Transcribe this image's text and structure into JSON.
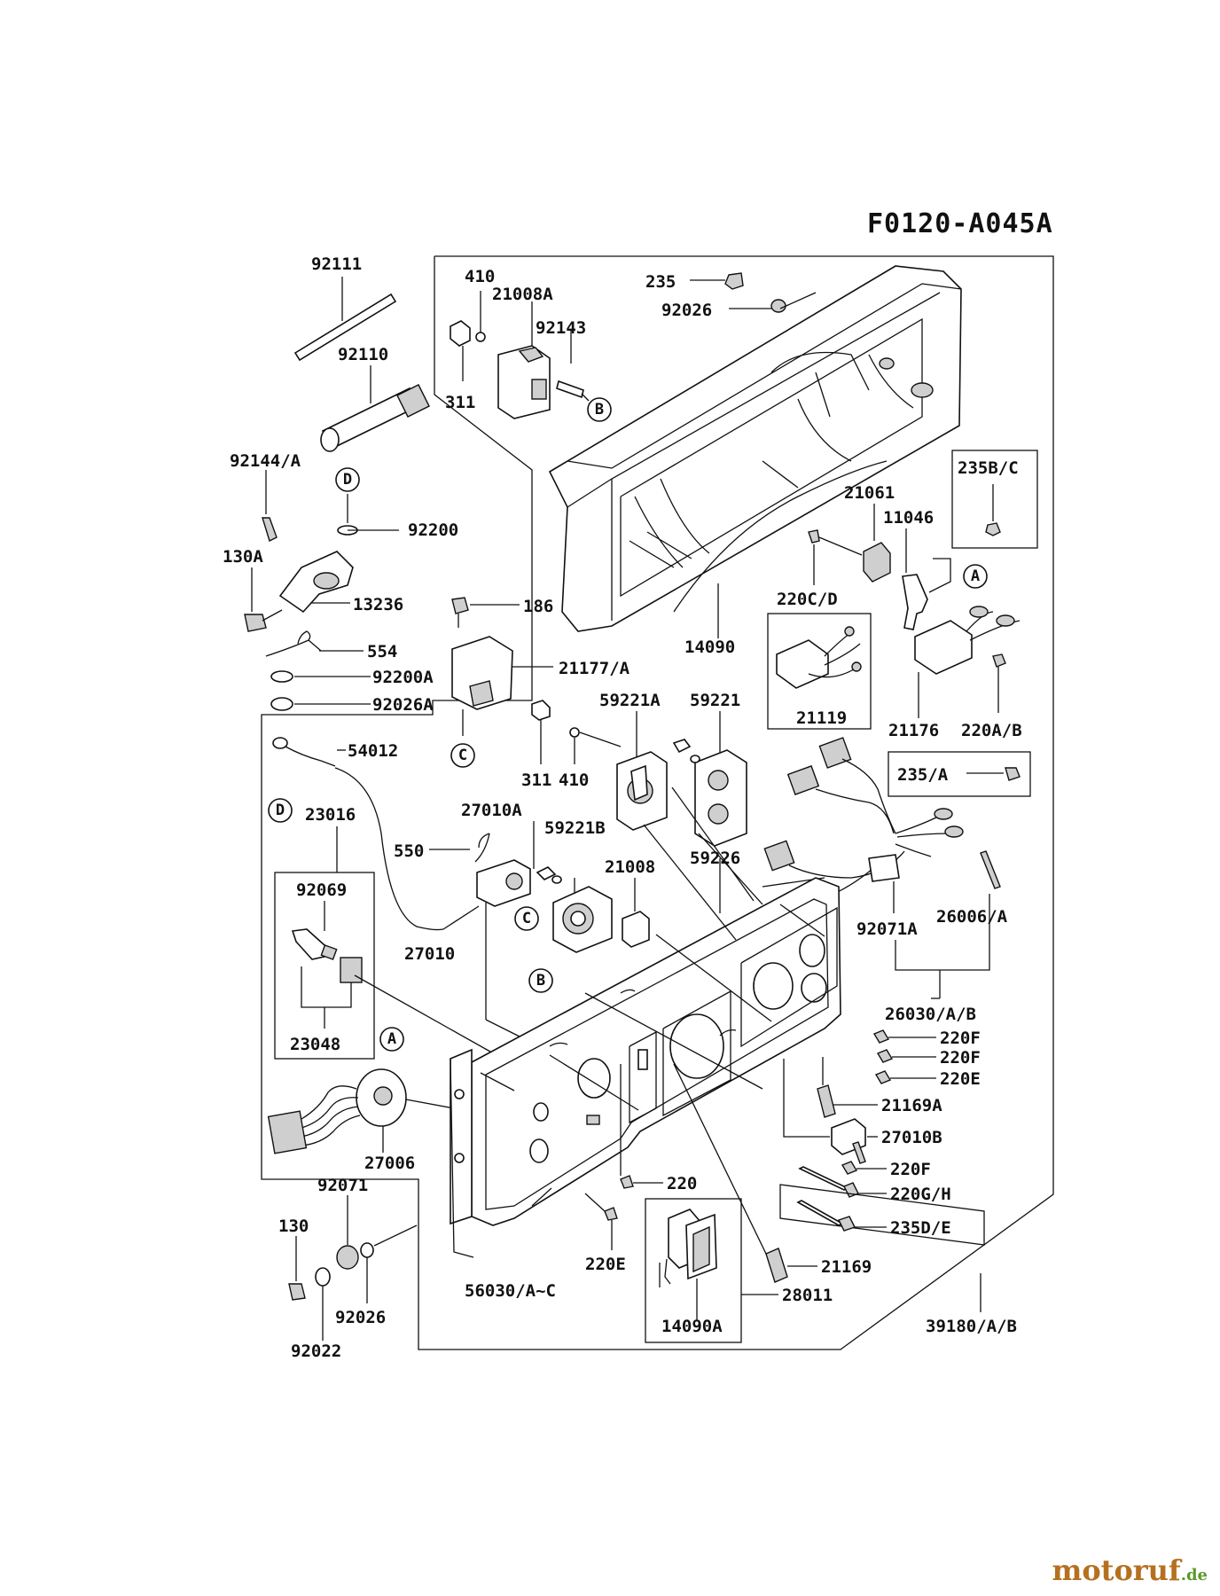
{
  "drawing_code": "F0120-A045A",
  "watermark": {
    "main": "motoruf",
    "tld": ".de"
  },
  "callouts": [
    "A",
    "B",
    "C",
    "D"
  ],
  "parts": [
    "92111",
    "92110",
    "92144/A",
    "130A",
    "92200",
    "13236",
    "554",
    "92200A",
    "92026A",
    "54012",
    "23016",
    "92069",
    "23048",
    "27006",
    "92071",
    "130",
    "92026",
    "92022",
    "410",
    "21008A",
    "92143",
    "311",
    "235",
    "92026",
    "186",
    "21177/A",
    "14090",
    "235B/C",
    "21061",
    "11046",
    "220C/D",
    "21119",
    "21176",
    "220A/B",
    "235/A",
    "59221A",
    "59221",
    "311",
    "410",
    "27010A",
    "59221B",
    "550",
    "21008",
    "59226",
    "27010",
    "92071A",
    "26006/A",
    "26030/A/B",
    "220F",
    "220F",
    "220E",
    "21169A",
    "27010B",
    "220F",
    "220G/H",
    "235D/E",
    "220",
    "220E",
    "56030/A~C",
    "21169",
    "28011",
    "14090A",
    "39180/A/B"
  ]
}
